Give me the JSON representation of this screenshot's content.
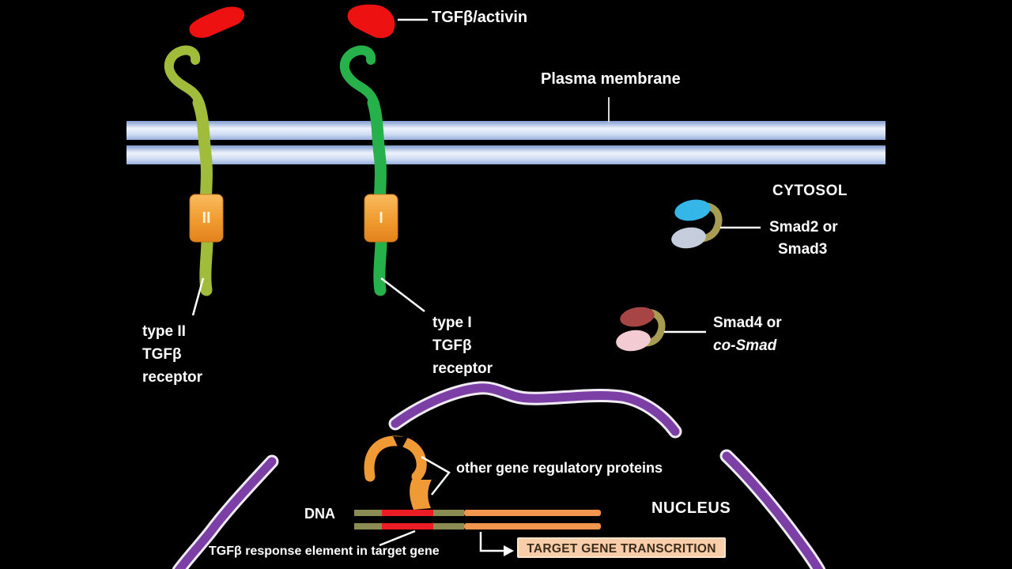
{
  "diagram": "TGF-beta / activin Smad signaling pathway",
  "labels": {
    "ligand": "TGFβ/activin",
    "plasma_membrane": "Plasma membrane",
    "cytosol": "CYTOSOL",
    "smad23_line1": "Smad2 or",
    "smad23_line2": "Smad3",
    "smad4_line1": "Smad4 or",
    "smad4_line2": "co-Smad",
    "type2_line1": "type II",
    "type2_line2": "TGFβ",
    "type2_line3": "receptor",
    "type1_line1": "type I",
    "type1_line2": "TGFβ",
    "type1_line3": "receptor",
    "receptor2_kinase": "II",
    "receptor1_kinase": "I",
    "nucleus": "NUCLEUS",
    "other_proteins": "other gene regulatory proteins",
    "dna": "DNA",
    "response_element": "TGFβ response element in target gene",
    "target_gene_box": "TARGET GENE TRANSCRITION"
  },
  "colors": {
    "background": "#000000",
    "label_text": "#ffffff",
    "membrane_fill": "#cfddf4",
    "receptor_type2": "#a0bc3a",
    "receptor_type1": "#27b14b",
    "kinase_box": "#f09b30",
    "ligand_red": "#ee1111",
    "smad2_dark": "#35b6e9",
    "smad2_light": "#c5cddd",
    "smad4_dark": "#a64543",
    "smad4_light": "#f3cbd3",
    "linker_khaki": "#a79c52",
    "nuclear_envelope": "#7b3fa5",
    "dna_olive": "#8b8b54",
    "dna_red": "#ec1c24",
    "dna_orange": "#f2954f",
    "reg_protein_orange": "#ef9a35",
    "transcription_box_bg": "#f8cda9"
  }
}
